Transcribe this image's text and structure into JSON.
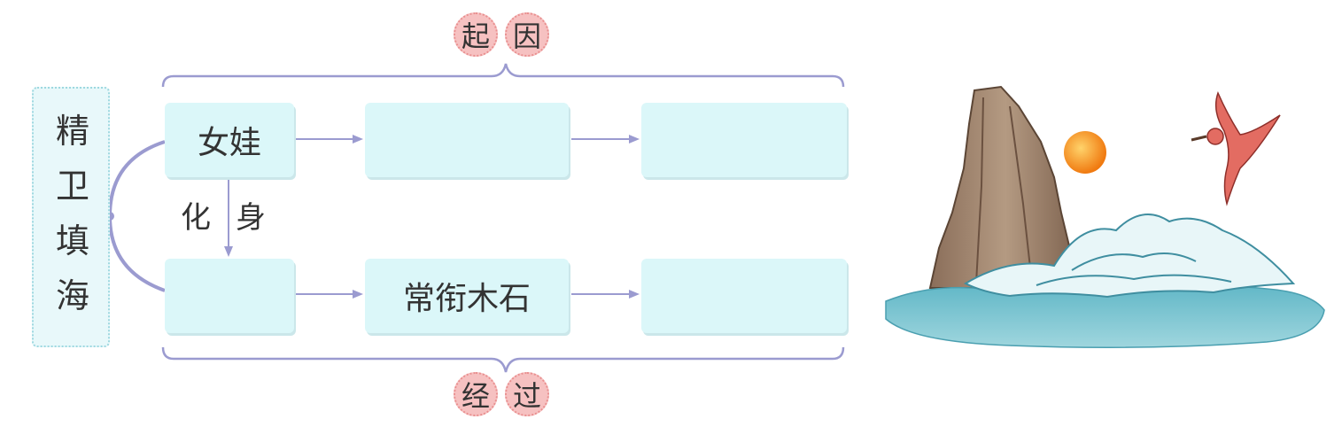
{
  "title_chars": [
    "精",
    "卫",
    "填",
    "海"
  ],
  "tags": {
    "cause": [
      "起",
      "因"
    ],
    "process": [
      "经",
      "过"
    ]
  },
  "rows": {
    "top": [
      "女娃",
      "",
      ""
    ],
    "bottom": [
      "",
      "常衔木石",
      ""
    ]
  },
  "transform_label": [
    "化",
    "身"
  ],
  "colors": {
    "box_fill": "#dbf7f9",
    "title_fill": "#e8f8fa",
    "tag_fill": "#f6c1c1",
    "line": "#9b9bd0"
  }
}
